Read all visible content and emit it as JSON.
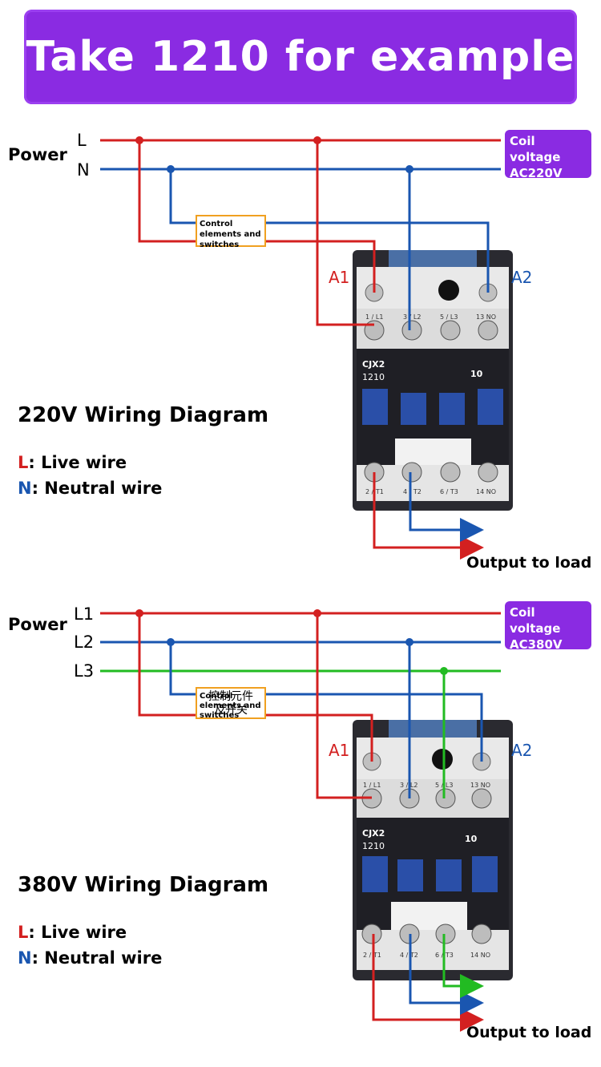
{
  "banner": {
    "title": "Take 1210 for example"
  },
  "diagram1": {
    "power_label": "Power",
    "line_l": "L",
    "line_n": "N",
    "coil_line1": "Coil voltage",
    "coil_line2": "AC220V",
    "control_label": "Control elements and switches",
    "a1": "A1",
    "a2": "A2",
    "title": "220V Wiring Diagram",
    "legend_l_key": "L",
    "legend_l_text": ": Live wire",
    "legend_n_key": "N",
    "legend_n_text": ": Neutral wire",
    "output": "Output to load",
    "contactor": {
      "model1": "CJX2",
      "model2": "1210",
      "aux": "10",
      "top_terms": [
        "1 / L1",
        "3 / L2",
        "5 / L3",
        "13 NO"
      ],
      "bot_terms": [
        "2 / T1",
        "4 / T2",
        "6 / T3",
        "14 NO"
      ]
    }
  },
  "diagram2": {
    "power_label": "Power",
    "line_l1": "L1",
    "line_l2": "L2",
    "line_l3": "L3",
    "coil_line1": "Coil voltage",
    "coil_line2": "AC380V",
    "control_label": "Control elements and switches",
    "control_label_cn1": "控制元件",
    "control_label_cn2": "及开关",
    "a1": "A1",
    "a2": "A2",
    "title": "380V Wiring Diagram",
    "legend_l_key": "L",
    "legend_l_text": ": Live wire",
    "legend_n_key": "N",
    "legend_n_text": ": Neutral wire",
    "output": "Output to load",
    "contactor": {
      "model1": "CJX2",
      "model2": "1210",
      "aux": "10",
      "top_terms": [
        "1 / L1",
        "3 / L2",
        "5 / L3",
        "13 NO"
      ],
      "bot_terms": [
        "2 / T1",
        "4 / T2",
        "6 / T3",
        "14 NO"
      ]
    }
  },
  "colors": {
    "live": "#d32020",
    "neutral": "#1a56b0",
    "phase3": "#22bb22",
    "accent": "#8a2be2"
  }
}
